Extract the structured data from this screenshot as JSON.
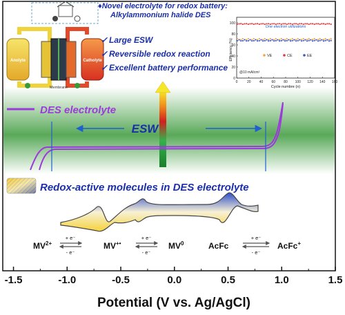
{
  "headline": {
    "line1": "♦Novel electrolyte for redox battery:",
    "line2": "Alkylammonium halide DES"
  },
  "checklist": [
    {
      "mark": "✓",
      "text": "Large ESW"
    },
    {
      "mark": "✓",
      "text": "Reversible redox reaction"
    },
    {
      "mark": "✓",
      "text": "Excellent  battery performance"
    }
  ],
  "battery_schematic": {
    "left_tank": "Anolyte",
    "right_tank": "Catholyte",
    "membrane": "Membrane"
  },
  "inset_chart": {
    "annotation": "One electron utilizations",
    "legend": [
      "VE",
      "CE",
      "EE"
    ],
    "current_note": "@10 mA/cm²",
    "ylabel": "Efficiency (%)",
    "xlabel": "Cycle numbre (n)",
    "xticks": [
      "0",
      "20",
      "40",
      "60",
      "80",
      "100",
      "120",
      "140",
      "160"
    ],
    "yticks": [
      "0",
      "20",
      "40",
      "60",
      "80",
      "100"
    ],
    "colors": {
      "VE": "#f2a33a",
      "CE": "#e23a3a",
      "EE": "#3a59c9"
    }
  },
  "des_label": "DES electrolyte",
  "esw_label": "ESW",
  "redox_label": "Redox-active molecules in DES electrolyte",
  "species": {
    "mv2": "MV",
    "mv2_sup": "2+",
    "mv1": "MV",
    "mv1_sup": "+•",
    "mv0": "MV",
    "mv0_sup": "0",
    "acfc": "AcFc",
    "acfcp": "AcFc",
    "acfcp_sup": "+"
  },
  "arrow_top": "+ e⁻",
  "arrow_bottom": "- e⁻",
  "main_axis": {
    "xlabel": "Potential (V vs. Ag/AgCl)",
    "ticks": [
      "-1.5",
      "-1.0",
      "-0.5",
      "0.0",
      "0.5",
      "1.0",
      "1.5"
    ],
    "range": [
      -1.6,
      1.5
    ]
  },
  "colors": {
    "curve": "#9b3bd9",
    "arrow": "#1f5fcf",
    "title": "#1a2fa8",
    "band": "#7ac653"
  }
}
